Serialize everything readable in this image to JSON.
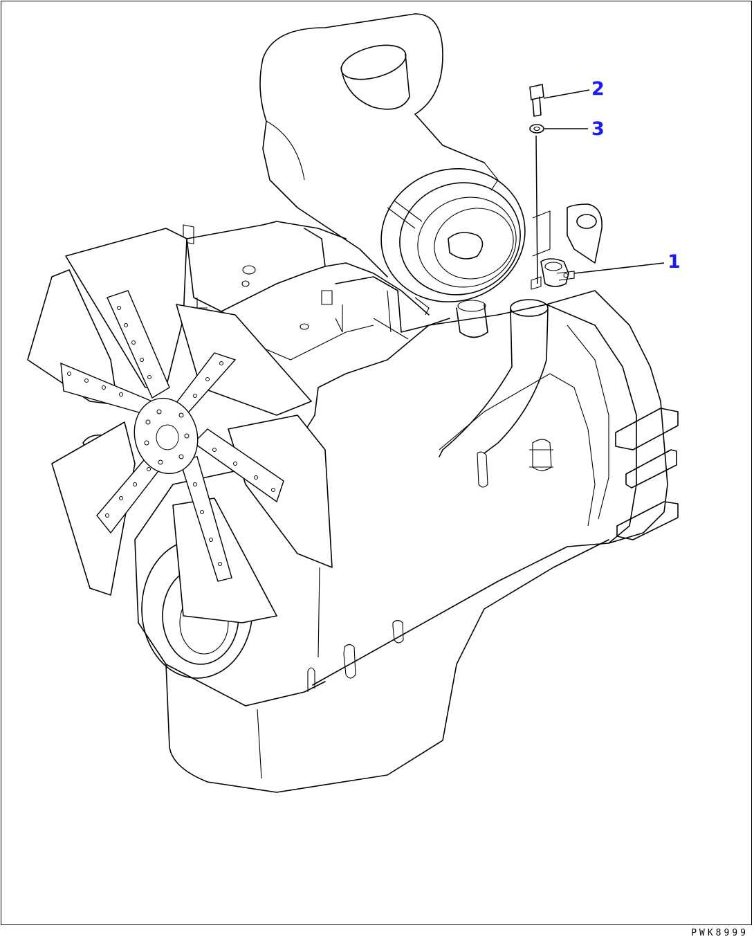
{
  "diagram": {
    "callouts": [
      {
        "id": "callout-1",
        "label": "1"
      },
      {
        "id": "callout-2",
        "label": "2"
      },
      {
        "id": "callout-3",
        "label": "3"
      }
    ],
    "reference_code": "PWK8999",
    "accent_color": "#1a1aff"
  }
}
